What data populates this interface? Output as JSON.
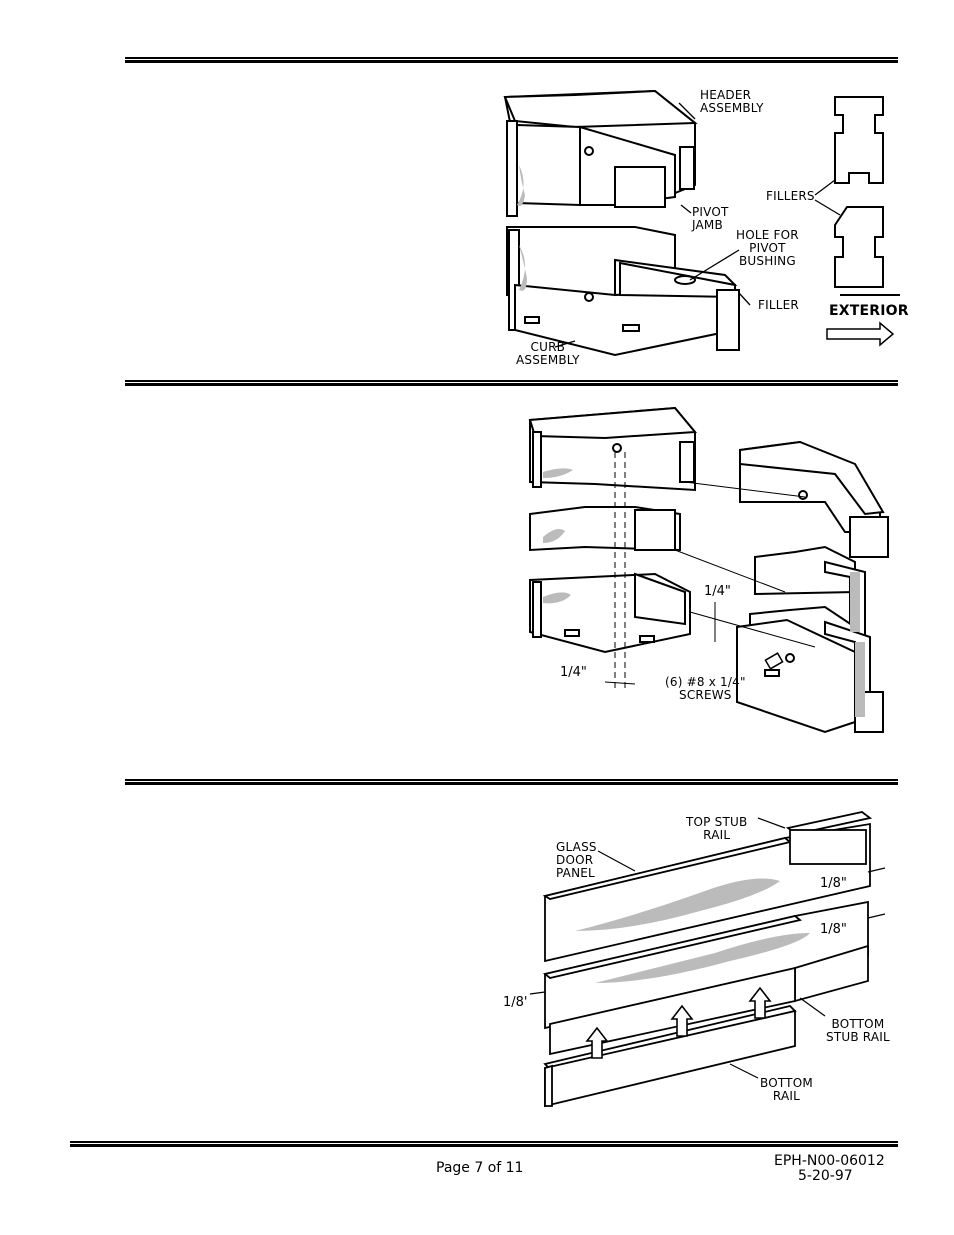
{
  "figure1": {
    "header_assembly": "HEADER\nASSEMBLY",
    "pivot_jamb": "PIVOT\nJAMB",
    "hole_for_pivot_bushing": "HOLE FOR\nPIVOT\nBUSHING",
    "filler": "FILLER",
    "curb_assembly": "CURB\nASSEMBLY",
    "fillers": "FILLERS",
    "exterior": "EXTERIOR"
  },
  "figure2": {
    "dim_vertical": "1/4\"",
    "dim_horizontal": "1/4\"",
    "screws": "(6) #8 x 1/4\"\nSCREWS"
  },
  "figure3": {
    "top_stub_rail": "TOP STUB\nRAIL",
    "glass_door_panel": "GLASS\nDOOR\nPANEL",
    "dim_top": "1/8\"",
    "dim_middle": "1/8\"",
    "dim_left": "1/8'",
    "bottom_stub_rail": "BOTTOM\nSTUB RAIL",
    "bottom_rail": "BOTTOM\nRAIL"
  },
  "footer": {
    "page": "Page 7 of 11",
    "doc_number": "EPH-N00-06012",
    "date": "5-20-97"
  }
}
